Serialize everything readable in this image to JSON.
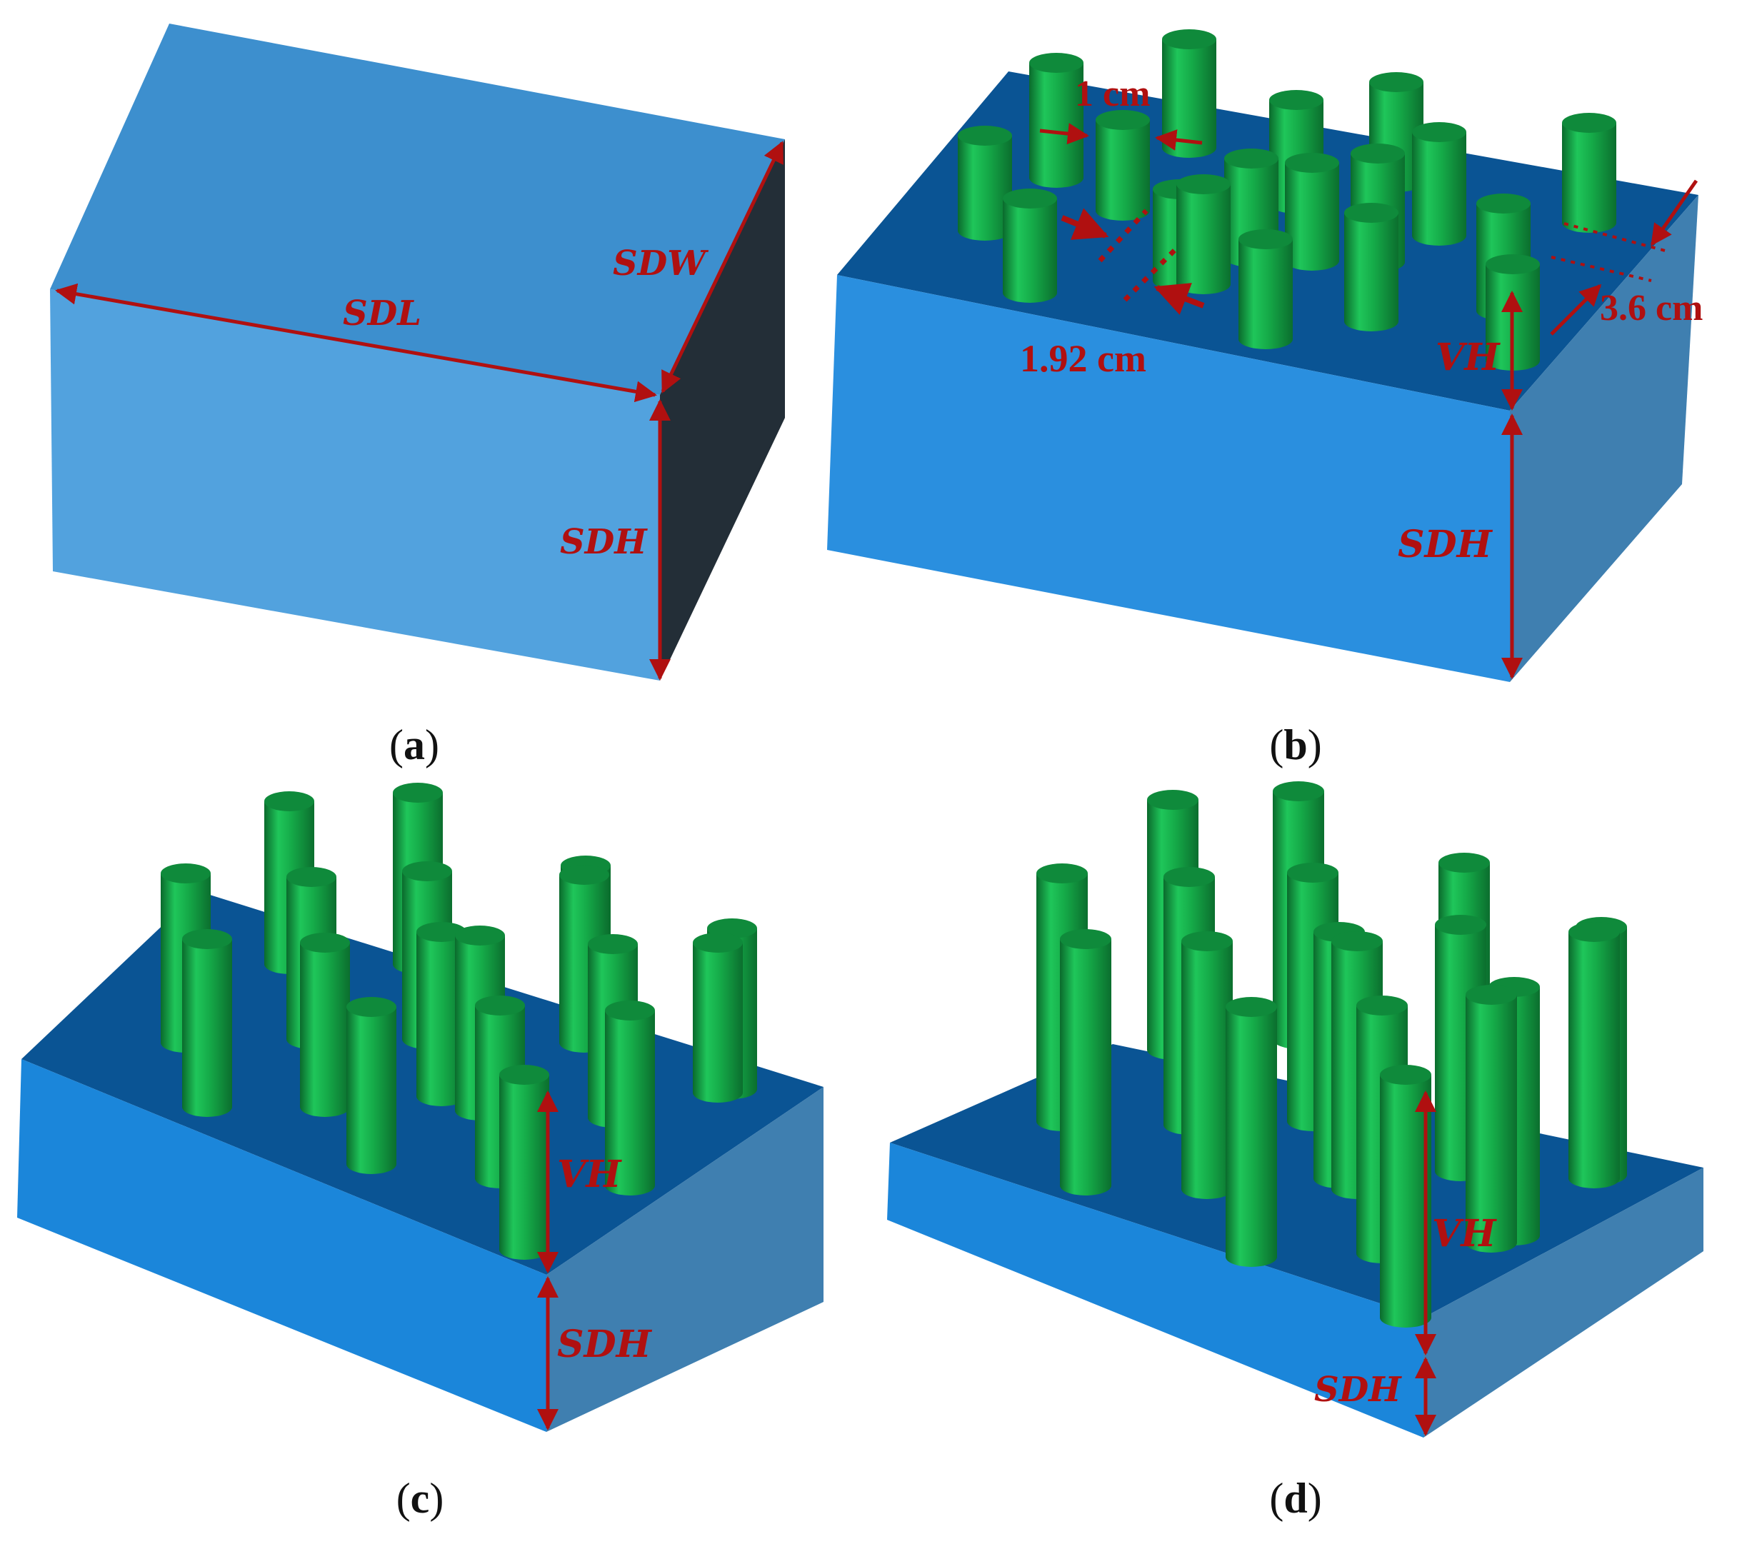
{
  "panels": {
    "a": {
      "caption_open": "(",
      "caption_letter": "a",
      "caption_close": ")",
      "label_length": "SDL",
      "label_width": "SDW",
      "label_height": "SDH"
    },
    "b": {
      "caption_open": "(",
      "caption_letter": "b",
      "caption_close": ")",
      "label_vh": "VH",
      "label_sdh": "SDH",
      "dim_diameter": "1 cm",
      "dim_spacing_x": "1.92 cm",
      "dim_spacing_y": "3.6 cm"
    },
    "c": {
      "caption_open": "(",
      "caption_letter": "c",
      "caption_close": ")",
      "label_vh": "VH",
      "label_sdh": "SDH"
    },
    "d": {
      "caption_open": "(",
      "caption_letter": "d",
      "caption_close": ")",
      "label_vh": "VH",
      "label_sdh": "SDH"
    }
  },
  "colors": {
    "block_front": "#2a8fdf",
    "block_top": "#0a5494",
    "block_side": "#3f7fb0",
    "solid_front": "#52a2de",
    "solid_top": "#3d8fce",
    "solid_side": "#232e37",
    "cylinder_body": "#14a84a",
    "cylinder_top": "#0f8a3b",
    "annotation": "#b01010",
    "caption": "#111111"
  },
  "layout_vegetation": {
    "panel_b_cylinder_count": 18,
    "panel_c_cylinder_count": 18,
    "panel_d_cylinder_count": 18
  }
}
